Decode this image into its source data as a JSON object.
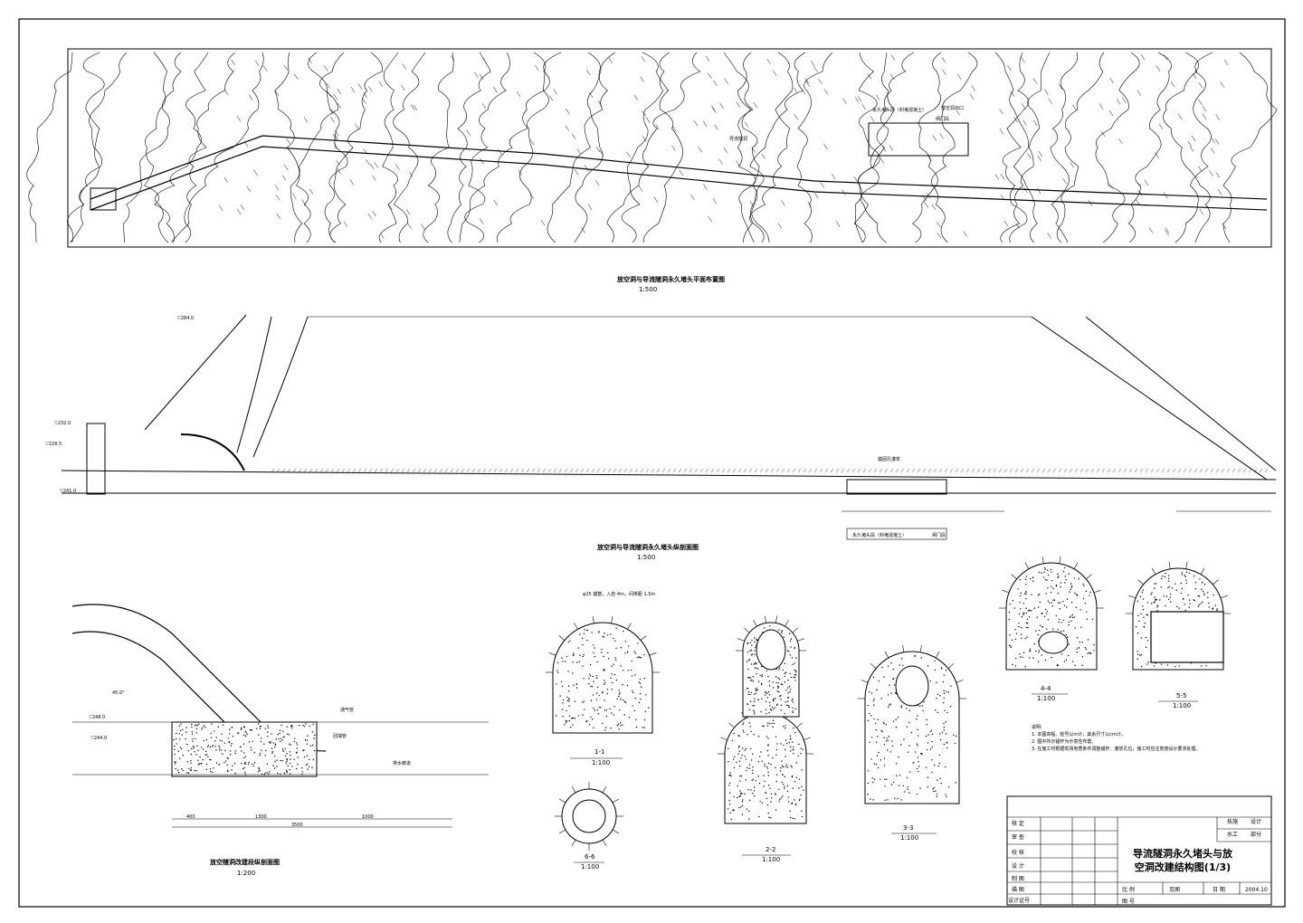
{
  "drawing": {
    "plan_title": "放空洞与导流隧洞永久堵头平面布置图",
    "plan_scale": "1:500",
    "profile_title": "放空洞与导流隧洞永久堵头纵剖面图",
    "profile_scale": "1:500",
    "detail_title": "放空隧洞改建段纵剖面图",
    "detail_scale": "1:200",
    "plan_labels": {
      "tunnel": "导流隧洞",
      "plug": "永久堵头段（封堵混凝土）",
      "gate": "闸门段",
      "outlet": "放空洞出口"
    },
    "profile_labels": {
      "elev_top": "▽284.0",
      "elev_1": "▽232.0",
      "elev_2": "▽226.5",
      "elev_3": "▽241.0",
      "plug_seg": "永久堵头段（封堵混凝土）",
      "gate_seg": "闸门段",
      "anchor": "锚固孔灌浆"
    },
    "detail_labels": {
      "pipe": "通气管",
      "return": "回填管",
      "drain": "排水廊道",
      "elev_a": "▽248.0",
      "elev_b": "▽244.0",
      "angle": "45.0°",
      "dims": [
        "400",
        "1300",
        "1000",
        "3500"
      ]
    },
    "section_note": "φ25 锚筋，入岩 4m，间排距 1.5m"
  },
  "sections": [
    {
      "id": "1-1",
      "label": "1-1",
      "scale": "1:100"
    },
    {
      "id": "2-2",
      "label": "2-2",
      "scale": "1:100"
    },
    {
      "id": "3-3",
      "label": "3-3",
      "scale": "1:100"
    },
    {
      "id": "4-4",
      "label": "4-4",
      "scale": "1:100"
    },
    {
      "id": "5-5",
      "label": "5-5",
      "scale": "1:100"
    },
    {
      "id": "6-6",
      "label": "6-6",
      "scale": "1:100"
    }
  ],
  "notes": {
    "heading": "说明:",
    "items": [
      "1. 本图高程、桩号以m计，其余尺寸以cm计。",
      "2. 图中所示锚杆为示意性布置。",
      "3. 在施工时根据现场地质条件调整锚杆、灌浆孔位，施工时应注意按设计要求处理。"
    ]
  },
  "title_block": {
    "left_rows": [
      "核 定",
      "审 查",
      "校 核",
      "设 计",
      "制 图",
      "描 图",
      "设计证号"
    ],
    "top_right": [
      "技施",
      "设计",
      "水工",
      "部分"
    ],
    "drawing_title": "导流隧洞永久堵头与放空洞改建结构图(1/3)",
    "bottom_row": [
      "比 例",
      "见图",
      "日 期",
      "2004.10"
    ],
    "drawing_no_label": "图 号"
  }
}
